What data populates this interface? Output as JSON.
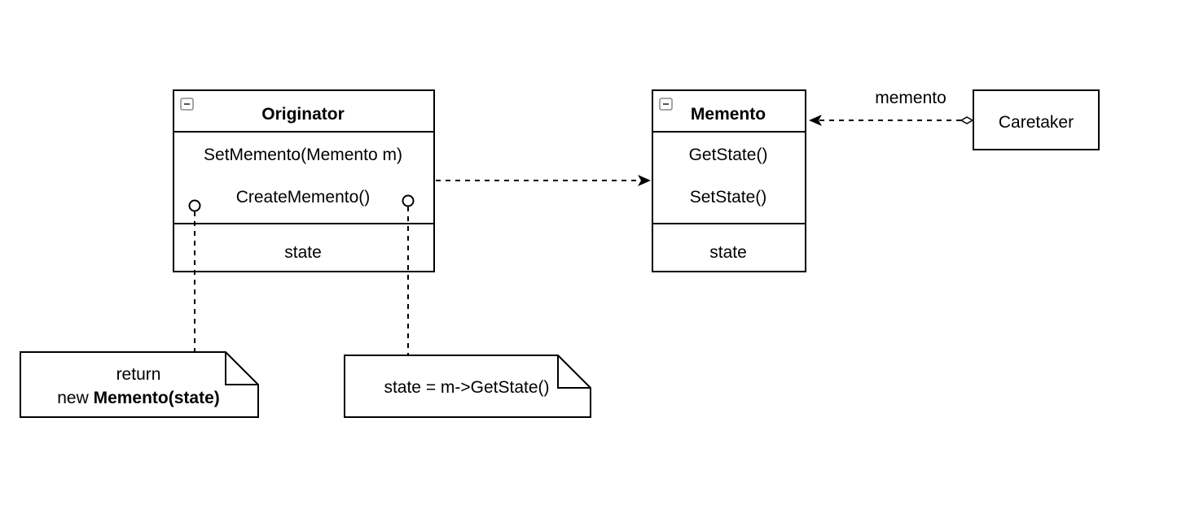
{
  "originator": {
    "name": "Originator",
    "methods": [
      "SetMemento(Memento m)",
      "CreateMemento()"
    ],
    "attributes": [
      "state"
    ]
  },
  "memento": {
    "name": "Memento",
    "methods": [
      "GetState()",
      "SetState()"
    ],
    "attributes": [
      "state"
    ]
  },
  "caretaker": {
    "name": "Caretaker"
  },
  "association_label": "memento",
  "note_create": {
    "line1": "return",
    "line2_prefix": "new ",
    "line2_bold": "Memento(state)"
  },
  "note_set": {
    "text": "state = m->GetState()"
  },
  "icons": {
    "collapse": "collapse-icon"
  }
}
